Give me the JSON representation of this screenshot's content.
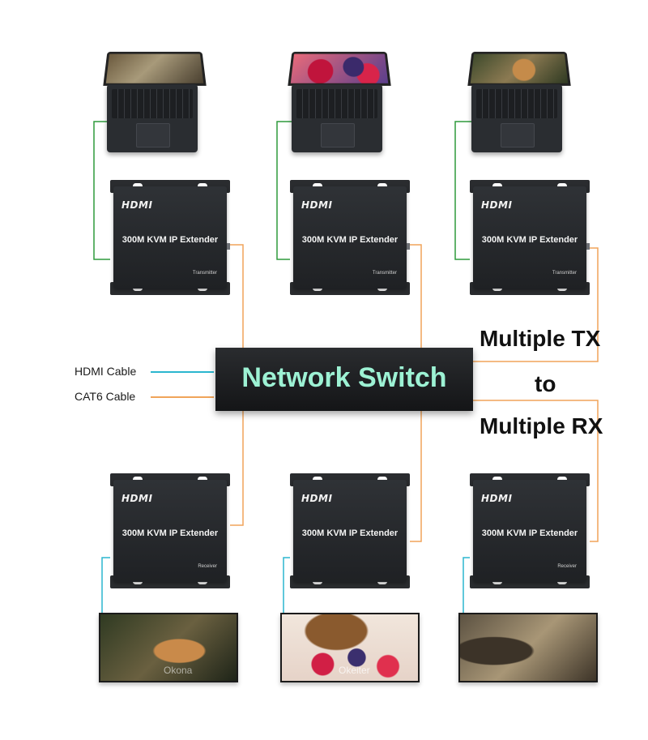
{
  "colors": {
    "hdmi_cable": "#2bb6cf",
    "cat6_cable": "#f0a45a",
    "laptop_hdmi_wire": "#2e9a3c",
    "switch_label": "#9df2d4"
  },
  "legend": {
    "hdmi_cable": "HDMI Cable",
    "cat6_cable": "CAT6 Cable"
  },
  "network_switch": {
    "label": "Network Switch"
  },
  "caption": {
    "line1": "Multiple TX",
    "line2": "to",
    "line3": "Multiple RX"
  },
  "transmitters": [
    {
      "brand": "HDMI",
      "model": "300M KVM IP Extender",
      "role": "Transmitter",
      "laptop_screen": "game-scene"
    },
    {
      "brand": "HDMI",
      "model": "300M KVM IP Extender",
      "role": "Transmitter",
      "laptop_screen": "berries"
    },
    {
      "brand": "HDMI",
      "model": "300M KVM IP Extender",
      "role": "Transmitter",
      "laptop_screen": "chipmunk"
    }
  ],
  "receivers": [
    {
      "brand": "HDMI",
      "model": "300M KVM IP Extender",
      "role": "Receiver",
      "monitor_screen": "chipmunk",
      "watermark": "Okona"
    },
    {
      "brand": "HDMI",
      "model": "300M KVM IP Extender",
      "role": "",
      "monitor_screen": "berries",
      "watermark": "Okeiter"
    },
    {
      "brand": "HDMI",
      "model": "300M KVM IP Extender",
      "role": "Receiver",
      "monitor_screen": "game-scene",
      "watermark": ""
    }
  ]
}
